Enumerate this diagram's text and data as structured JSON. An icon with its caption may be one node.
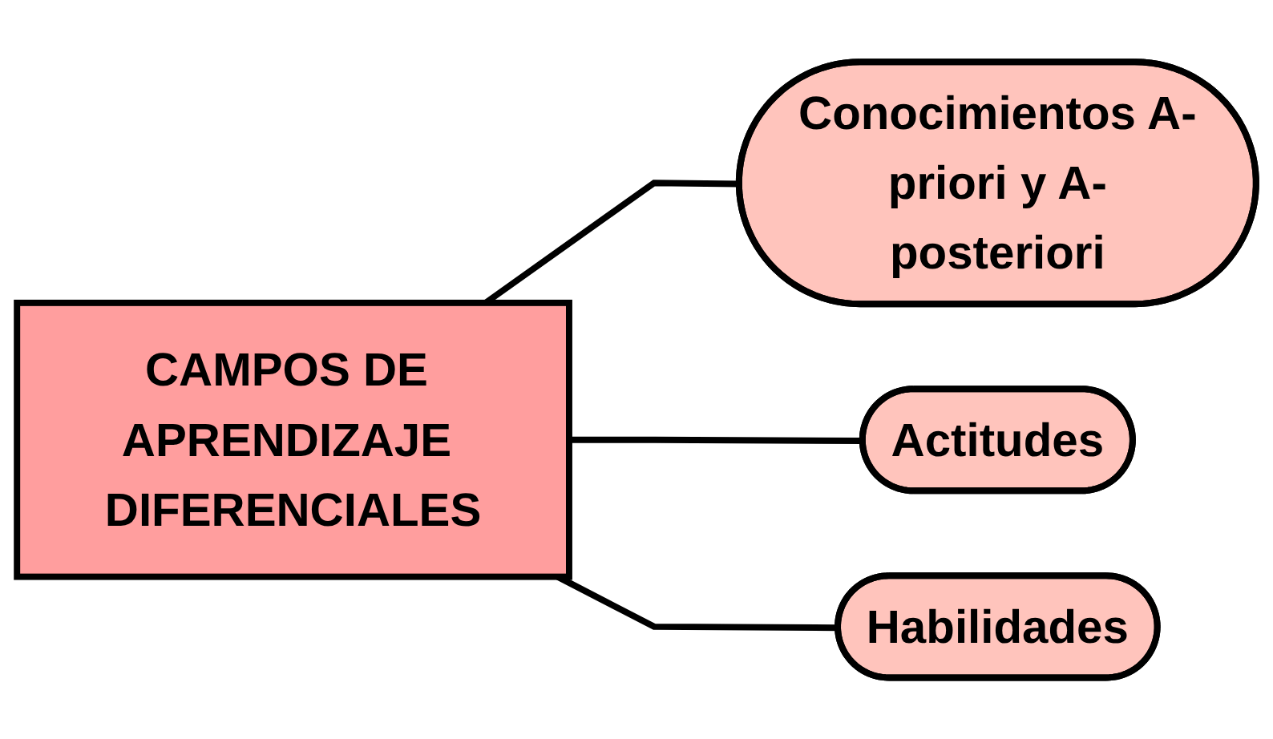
{
  "diagram": {
    "nodes": [
      {
        "text": [
          "Conocimientos A-priori y A-posteriori"
        ]
      },
      {
        "text": [
          "CAMPOS DE APRENDIZAJE DIFERENCIALES"
        ]
      },
      {
        "text": [
          "Actitudes"
        ]
      },
      {
        "text": [
          "Habilidades"
        ]
      }
    ],
    "edges": [
      {
        "from": 1,
        "to": 0,
        "arrow": "none"
      },
      {
        "from": 1,
        "to": 2,
        "arrow": "none"
      },
      {
        "from": 1,
        "to": 3,
        "arrow": "none"
      }
    ]
  }
}
